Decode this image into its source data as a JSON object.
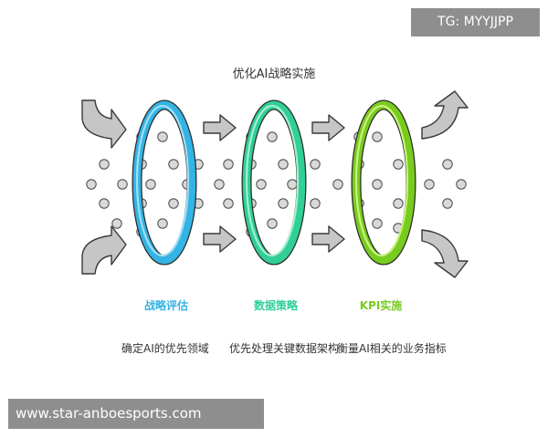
{
  "diagram": {
    "title": "优化AI战略实施",
    "stages": [
      {
        "label": "战略评估",
        "description": "确定AI的优先领域",
        "color": "#33b4e4",
        "light_color": "#9fdef5"
      },
      {
        "label": "数据策略",
        "description": "优先处理关键数据架构",
        "color": "#2fcf96",
        "light_color": "#a5efcf"
      },
      {
        "label": "KPI实施",
        "description": "衡量AI相关的业务指标",
        "color": "#78cc1e",
        "light_color": "#c9f080"
      }
    ]
  },
  "watermarks": {
    "top": "TG: MYYJJPP",
    "bottom": "www.star-anboesports.com"
  }
}
